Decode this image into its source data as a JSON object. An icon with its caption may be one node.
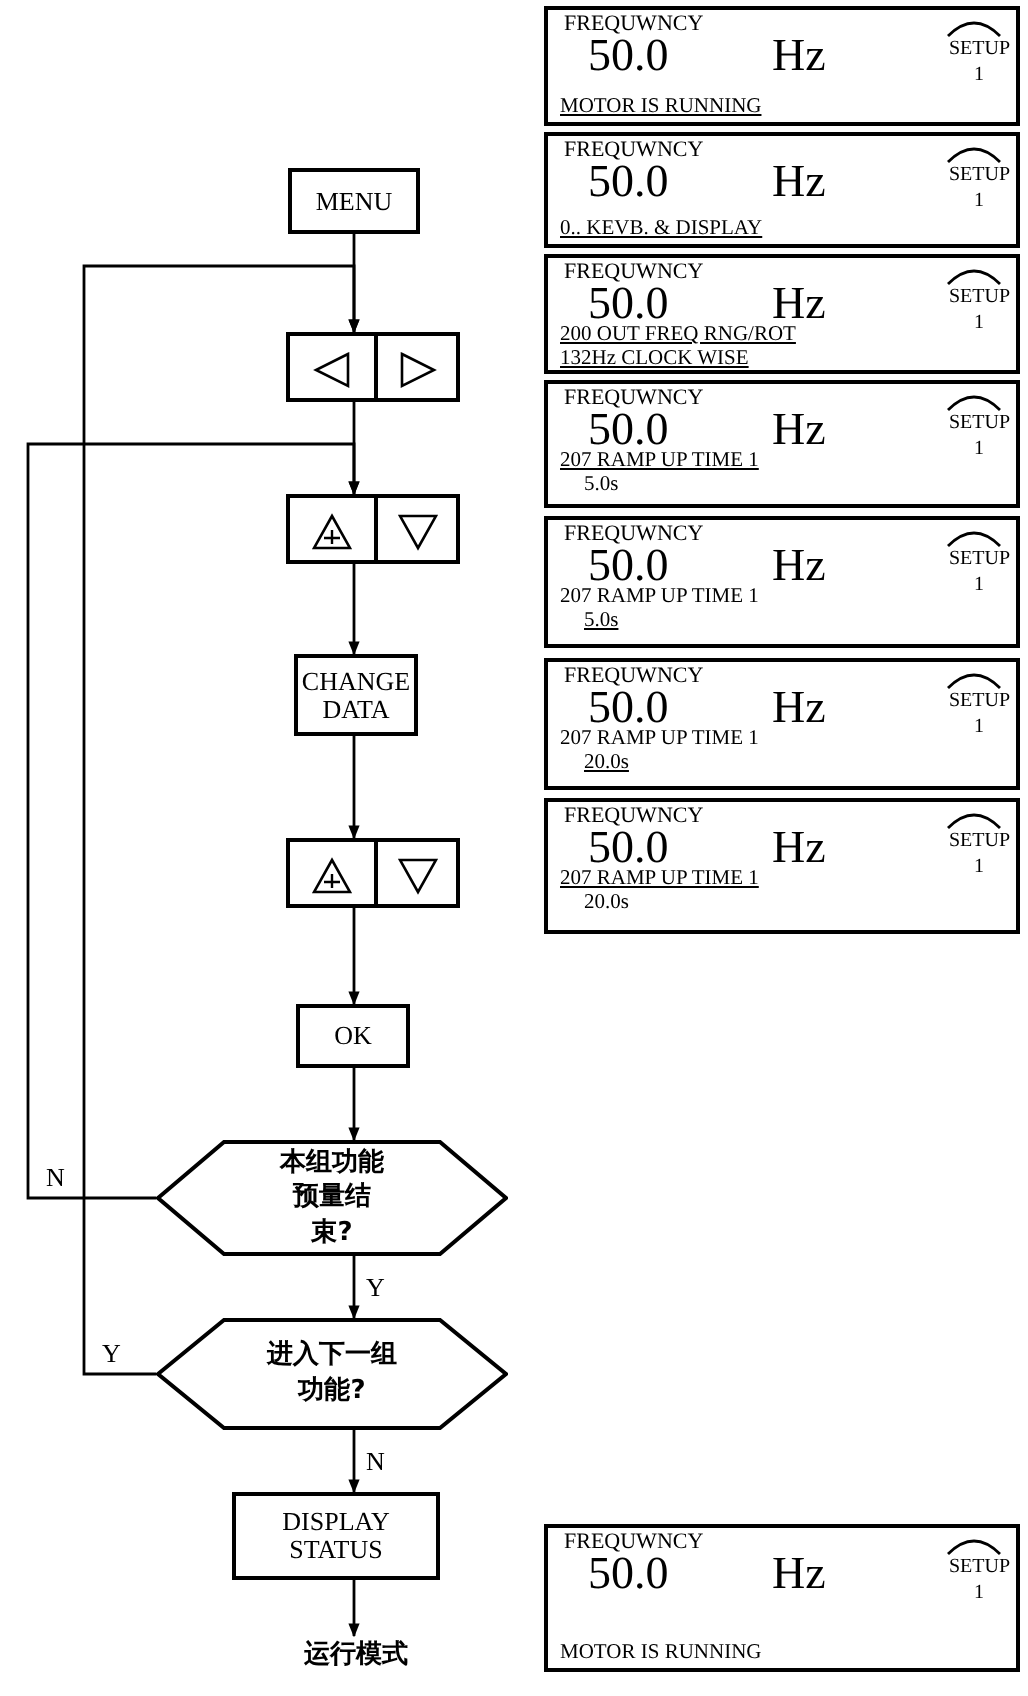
{
  "diagram": {
    "nodes": [
      {
        "text": [
          "MENU"
        ]
      },
      {
        "text": [],
        "shape": "box"
      },
      {
        "text": [],
        "shape": "box"
      },
      {
        "text": [
          "CHANGE DATA"
        ]
      },
      {
        "text": [],
        "shape": "box"
      },
      {
        "text": [
          "OK"
        ]
      },
      {
        "text": [
          "本组功能预量结束?"
        ]
      },
      {
        "text": [
          "进入下一组功能?"
        ]
      },
      {
        "text": [
          "DISPLAY STATUS"
        ]
      },
      {
        "text": [
          "运行模式"
        ]
      },
      {
        "text": [
          "FREQUWNCY",
          "50.0",
          "Hz",
          "SETUP",
          "1",
          "MOTOR IS RUNNING"
        ]
      },
      {
        "text": [
          "FREQUWNCY",
          "50.0",
          "Hz",
          "SETUP",
          "1",
          "0.. KEVB. & DISPLAY"
        ]
      },
      {
        "text": [
          "FREQUWNCY",
          "50.0",
          "Hz",
          "SETUP",
          "1",
          "200 OUT FREQ RNG/ROT",
          "132Hz CLOCK WISE"
        ]
      },
      {
        "text": [
          "FREQUWNCY",
          "50.0",
          "Hz",
          "SETUP",
          "1",
          "207 RAMP UP TIME 1",
          "5.0s"
        ]
      },
      {
        "text": [
          "FREQUWNCY",
          "50.0",
          "Hz",
          "SETUP",
          "1",
          "207 RAMP UP TIME 1",
          "5.0s"
        ]
      },
      {
        "text": [
          "FREQUWNCY",
          "50.0",
          "Hz",
          "SETUP",
          "1",
          "207 RAMP UP TIME 1",
          "20.0s"
        ]
      },
      {
        "text": [
          "FREQUWNCY",
          "50.0",
          "Hz",
          "SETUP",
          "1",
          "207 RAMP UP TIME 1",
          "20.0s"
        ]
      },
      {
        "text": [
          "FREQUWNCY",
          "50.0",
          "Hz",
          "SETUP",
          "1",
          "MOTOR IS RUNNING"
        ]
      }
    ],
    "edges": [
      {
        "from": 0,
        "to": 1,
        "arrow": "to"
      },
      {
        "from": 1,
        "to": 2,
        "arrow": "to"
      },
      {
        "from": 2,
        "to": 3,
        "arrow": "to"
      },
      {
        "from": 3,
        "to": 4,
        "arrow": "to"
      },
      {
        "from": 4,
        "to": 5,
        "arrow": "to"
      },
      {
        "from": 5,
        "to": 6,
        "arrow": "to"
      },
      {
        "from": 6,
        "to": 7,
        "label": "Y",
        "arrow": "to"
      },
      {
        "from": 7,
        "to": 8,
        "label": "N",
        "arrow": "to"
      },
      {
        "from": 8,
        "to": 9,
        "arrow": "to"
      },
      {
        "from": 6,
        "to": 2,
        "label": "N",
        "arrow": "to"
      },
      {
        "from": 7,
        "to": 1,
        "label": "Y",
        "arrow": "to"
      }
    ]
  }
}
